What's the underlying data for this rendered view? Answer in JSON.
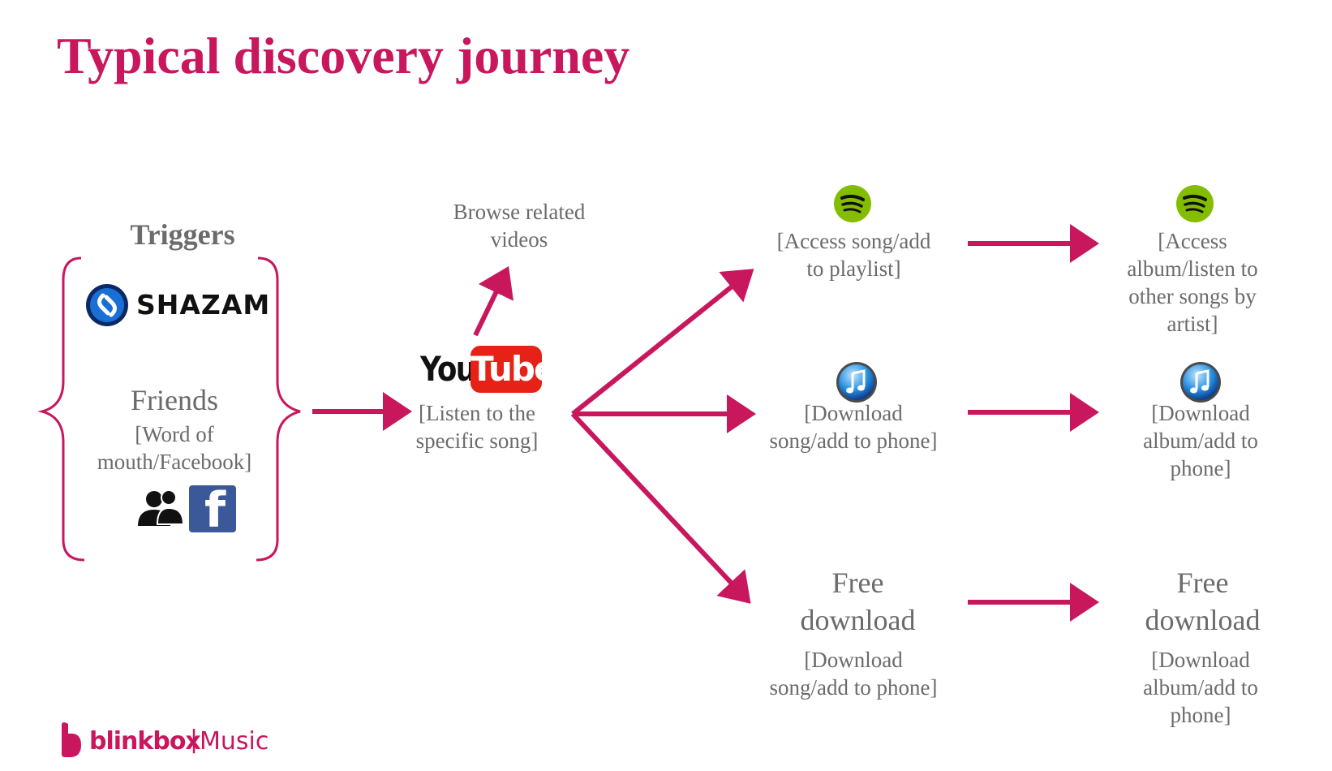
{
  "title": "Typical discovery journey",
  "triggers": {
    "heading": "Triggers",
    "shazam_label": "SHAZAM",
    "friends": "Friends",
    "friends_detail": "[Word of mouth/Facebook]"
  },
  "youtube": {
    "logo_you": "You",
    "logo_tube": "Tube",
    "caption": "[Listen to the specific song]",
    "browse": "Browse related videos"
  },
  "middle": {
    "spotify_caption": "[Access song/add to playlist]",
    "itunes_caption": "[Download song/add to phone]",
    "free_title": "Free download",
    "free_caption": "[Download song/add to phone]"
  },
  "right": {
    "spotify_caption": "[Access album/listen to other songs by artist]",
    "itunes_caption": "[Download album/add to phone]",
    "free_title": "Free download",
    "free_caption": "[Download album/add to phone]"
  },
  "footer": {
    "brand": "blinkbox",
    "separator": "|",
    "product": "Music"
  },
  "colors": {
    "accent": "#c8175d",
    "text": "#6b6b6b",
    "spotify": "#84bd00",
    "itunes": "#2a8fe0",
    "youtube_red": "#e62117",
    "facebook": "#3b5998"
  },
  "icons": [
    "shazam-icon",
    "friends-icon",
    "facebook-icon",
    "youtube-logo",
    "spotify-icon",
    "itunes-icon",
    "blinkbox-icon"
  ]
}
